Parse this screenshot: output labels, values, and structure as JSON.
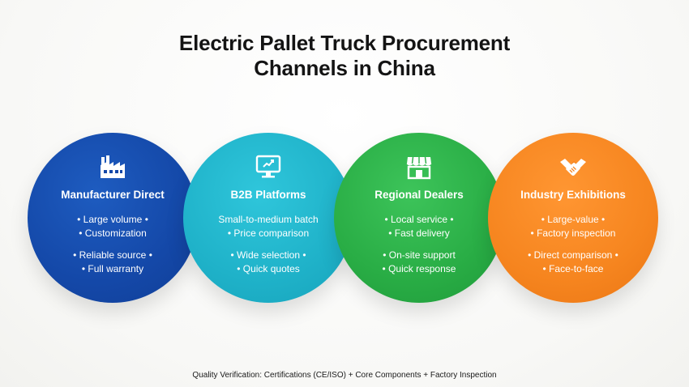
{
  "title_lines": [
    "Electric Pallet Truck Procurement",
    "Channels in China"
  ],
  "channels": [
    {
      "icon": "factory-icon",
      "color": "#1448a8",
      "title": "Manufacturer Direct",
      "group1": [
        "• Large volume •",
        "• Customization"
      ],
      "group2": [
        "• Reliable source •",
        "• Full warranty"
      ]
    },
    {
      "icon": "monitor-icon",
      "color": "#1fb2c9",
      "title": "B2B Platforms",
      "group1": [
        "Small-to-medium batch",
        "• Price comparison"
      ],
      "group2": [
        "• Wide selection •",
        "• Quick quotes"
      ]
    },
    {
      "icon": "storefront-icon",
      "color": "#29ad45",
      "title": "Regional Dealers",
      "group1": [
        "• Local service •",
        "• Fast delivery"
      ],
      "group2": [
        "• On-site support",
        "• Quick response"
      ]
    },
    {
      "icon": "handshake-icon",
      "color": "#f6851f",
      "title": "Industry Exhibitions",
      "group1": [
        "• Large-value •",
        "• Factory inspection"
      ],
      "group2": [
        "• Direct comparison •",
        "• Face-to-face"
      ]
    }
  ],
  "footer": "Quality Verification: Certifications (CE/ISO) + Core Components + Factory Inspection"
}
